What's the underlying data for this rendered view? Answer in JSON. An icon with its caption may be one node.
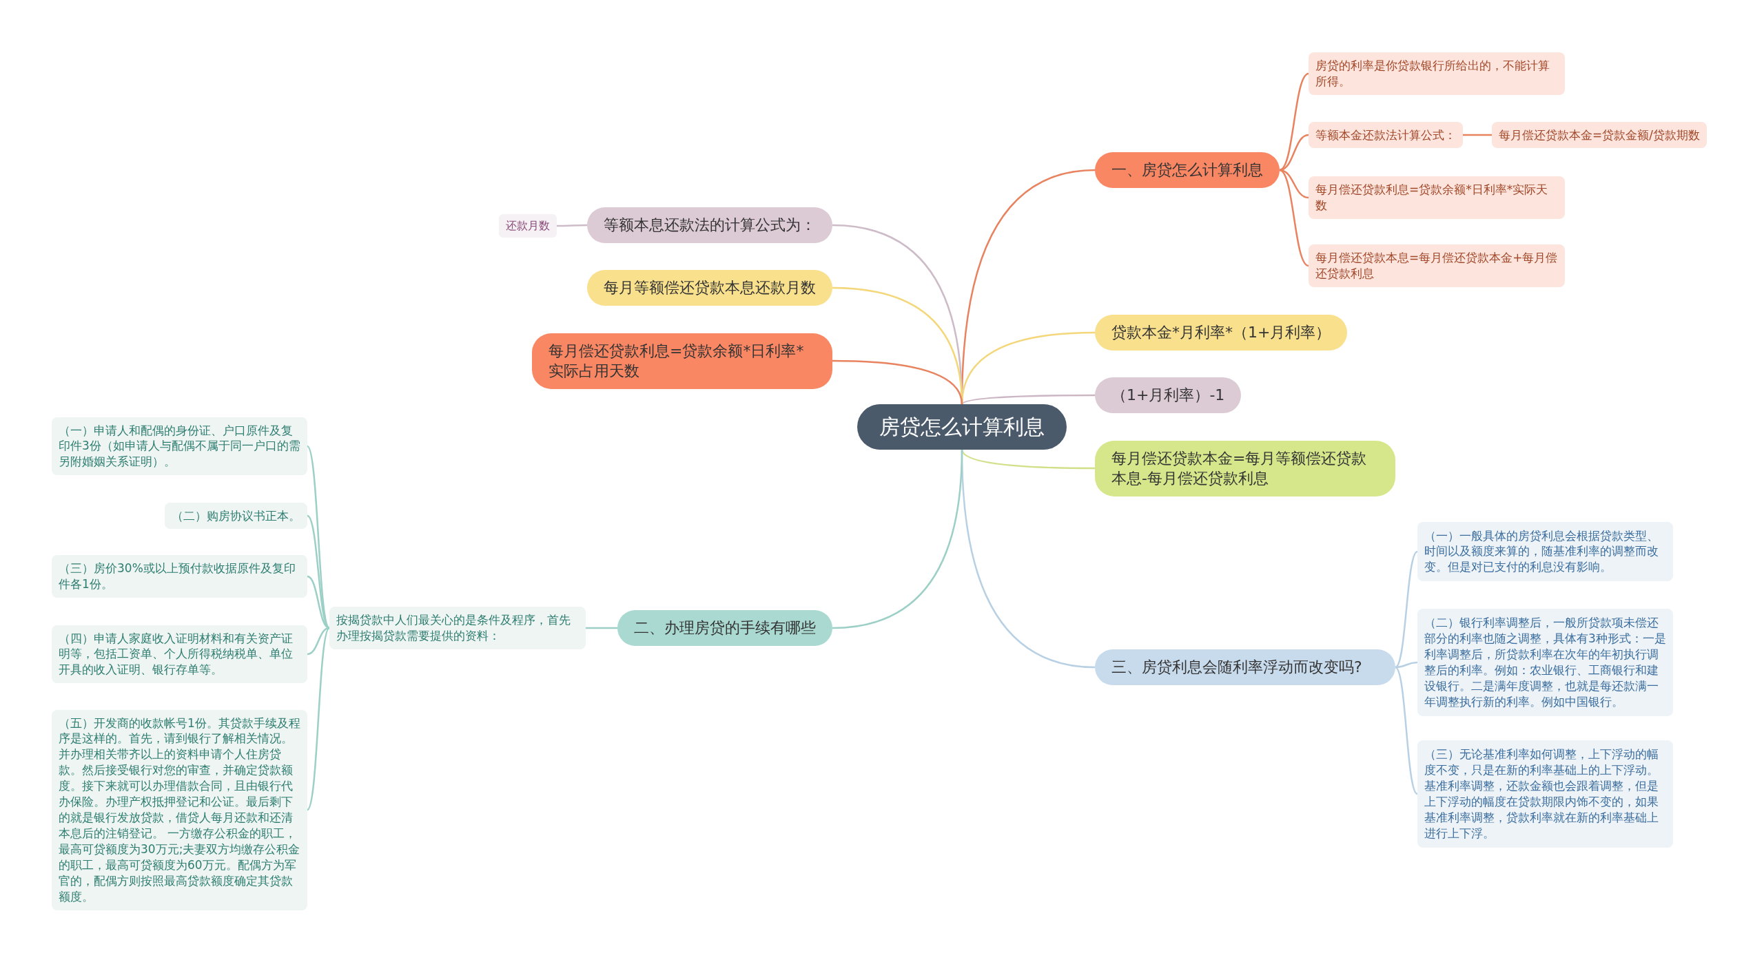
{
  "diagram": {
    "nodes": [
      {
        "text": [
          "房贷怎么计算利息"
        ]
      },
      {
        "text": [
          "一、房贷怎么计算利息"
        ]
      },
      {
        "text": [
          "房贷的利率是你贷款银行所给出的，不能计算所得。"
        ]
      },
      {
        "text": [
          "等额本金还款法计算公式："
        ]
      },
      {
        "text": [
          "每月偿还贷款本金=贷款金额/贷款期数"
        ]
      },
      {
        "text": [
          "每月偿还贷款利息=贷款余额*日利率*实际天数"
        ]
      },
      {
        "text": [
          "每月偿还贷款本息=每月偿还贷款本金+每月偿还贷款利息"
        ]
      },
      {
        "text": [
          "贷款本金*月利率*（1+月利率）"
        ]
      },
      {
        "text": [
          "（1+月利率）-1"
        ]
      },
      {
        "text": [
          "每月偿还贷款本金=每月等额偿还贷款本息-每月偿还贷款利息"
        ]
      },
      {
        "text": [
          "三、房贷利息会随利率浮动而改变吗?"
        ]
      },
      {
        "text": [
          "（一）一般具体的房贷利息会根据贷款类型、时间以及额度来算的，随基准利率的调整而改变。但是对已支付的利息没有影响。"
        ]
      },
      {
        "text": [
          "（二）银行利率调整后，一般所贷款项未偿还部分的利率也随之调整，具体有3种形式：一是利率调整后，所贷款利率在次年的年初执行调整后的利率。例如：农业银行、工商银行和建设银行。二是满年度调整，也就是每还款满一年调整执行新的利率。例如中国银行。"
        ]
      },
      {
        "text": [
          "（三）无论基准利率如何调整，上下浮动的幅度不变，只是在新的利率基础上的上下浮动。基准利率调整，还款金额也会跟着调整，但是上下浮动的幅度在贷款期限内饰不变的，如果基准利率调整，贷款利率就在新的利率基础上进行上下浮。"
        ]
      },
      {
        "text": [
          "等额本息还款法的计算公式为："
        ]
      },
      {
        "text": [
          "还款月数"
        ]
      },
      {
        "text": [
          "每月等额偿还贷款本息还款月数"
        ]
      },
      {
        "text": [
          "每月偿还贷款利息=贷款余额*日利率*实际占用天数"
        ]
      },
      {
        "text": [
          "二、办理房贷的手续有哪些"
        ]
      },
      {
        "text": [
          "按揭贷款中人们最关心的是条件及程序，首先办理按揭贷款需要提供的资料："
        ]
      },
      {
        "text": [
          "（一）申请人和配偶的身份证、户口原件及复印件3份（如申请人与配偶不属于同一户口的需另附婚姻关系证明）。"
        ]
      },
      {
        "text": [
          "（二）购房协议书正本。"
        ]
      },
      {
        "text": [
          "（三）房价30%或以上预付款收据原件及复印件各1份。"
        ]
      },
      {
        "text": [
          "（四）申请人家庭收入证明材料和有关资产证明等，包括工资单、个人所得税纳税单、单位开具的收入证明、银行存单等。"
        ]
      },
      {
        "text": [
          "（五）开发商的收款帐号1份。其贷款手续及程序是这样的。首先，请到银行了解相关情况。并办理相关带齐以上的资料申请个人住房贷款。然后接受银行对您的审查，并确定贷款额度。接下来就可以办理借款合同，且由银行代办保险。办理产权抵押登记和公证。最后剩下的就是银行发放贷款，借贷人每月还款和还清本息后的注销登记。 一方缴存公积金的职工，最高可贷额度为30万元;夫妻双方均缴存公积金的职工，最高可贷额度为60万元。配偶方为军官的，配偶方则按照最高贷款额度确定其贷款额度。"
        ]
      }
    ],
    "edges": [
      {
        "from": 0,
        "to": 1,
        "arrow": "none",
        "color": "#e8825f"
      },
      {
        "from": 1,
        "to": 2,
        "arrow": "none",
        "color": "#e8825f"
      },
      {
        "from": 1,
        "to": 3,
        "arrow": "none",
        "color": "#e8825f"
      },
      {
        "from": 3,
        "to": 4,
        "arrow": "none",
        "color": "#e8825f"
      },
      {
        "from": 1,
        "to": 5,
        "arrow": "none",
        "color": "#e8825f"
      },
      {
        "from": 1,
        "to": 6,
        "arrow": "none",
        "color": "#e8825f"
      },
      {
        "from": 0,
        "to": 7,
        "arrow": "none",
        "color": "#f3d77a"
      },
      {
        "from": 0,
        "to": 8,
        "arrow": "none",
        "color": "#cdb6c4"
      },
      {
        "from": 0,
        "to": 9,
        "arrow": "none",
        "color": "#d2e08a"
      },
      {
        "from": 0,
        "to": 10,
        "arrow": "none",
        "color": "#b8d0e4"
      },
      {
        "from": 10,
        "to": 11,
        "arrow": "none",
        "color": "#b8d0e4"
      },
      {
        "from": 10,
        "to": 12,
        "arrow": "none",
        "color": "#b8d0e4"
      },
      {
        "from": 10,
        "to": 13,
        "arrow": "none",
        "color": "#b8d0e4"
      },
      {
        "from": 0,
        "to": 14,
        "arrow": "none",
        "color": "#cdbcc7"
      },
      {
        "from": 14,
        "to": 15,
        "arrow": "none",
        "color": "#cdbcc7"
      },
      {
        "from": 0,
        "to": 16,
        "arrow": "none",
        "color": "#f3d77a"
      },
      {
        "from": 0,
        "to": 17,
        "arrow": "none",
        "color": "#e8825f"
      },
      {
        "from": 0,
        "to": 18,
        "arrow": "none",
        "color": "#9ccfc6"
      },
      {
        "from": 18,
        "to": 19,
        "arrow": "none",
        "color": "#9ccfc6"
      },
      {
        "from": 19,
        "to": 20,
        "arrow": "none",
        "color": "#9ccfc6"
      },
      {
        "from": 19,
        "to": 21,
        "arrow": "none",
        "color": "#9ccfc6"
      },
      {
        "from": 19,
        "to": 22,
        "arrow": "none",
        "color": "#9ccfc6"
      },
      {
        "from": 19,
        "to": 23,
        "arrow": "none",
        "color": "#9ccfc6"
      },
      {
        "from": 19,
        "to": 24,
        "arrow": "none",
        "color": "#9ccfc6"
      }
    ]
  }
}
